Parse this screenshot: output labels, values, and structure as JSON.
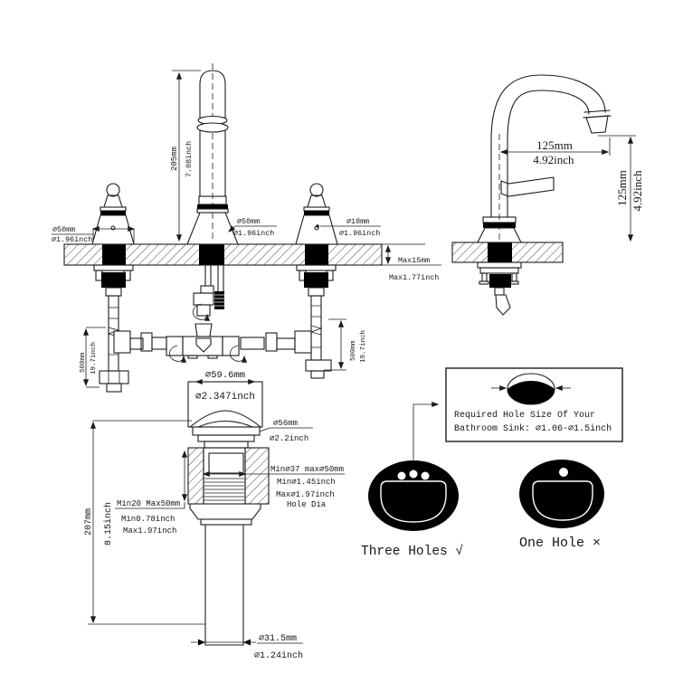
{
  "front": {
    "spout_height_mm": "205mm",
    "spout_height_inch": "7.08inch",
    "left_handle_mm": "⌀50mm",
    "left_handle_inch": "⌀1.96inch",
    "spout_mm": "⌀50mm",
    "spout_inch": "⌀1.96inch",
    "right_handle_mm": "⌀18mm",
    "right_handle_inch": "⌀1.96inch",
    "deck_mm": "Max15mm",
    "deck_inch": "Max1.77inch",
    "left_hose_mm": "500mm",
    "left_hose_inch": "19.7inch",
    "right_hose_mm": "500mm",
    "right_hose_inch": "19.7inch"
  },
  "side": {
    "reach_mm": "125mm",
    "reach_inch": "4.92inch",
    "height_mm": "125mm",
    "height_inch": "4.92inch"
  },
  "drain": {
    "cap_mm": "⌀59.6mm",
    "cap_inch": "⌀2.347inch",
    "flange_mm": "⌀56mm",
    "flange_inch": "⌀2.2inch",
    "hole_mm": "Min⌀37 max⌀50mm",
    "hole_min_inch": "Min⌀1.45inch",
    "hole_max_inch": "Max⌀1.97inch",
    "hole_label": "Hole Dia",
    "thickness_mm": "Min20 Max50mm",
    "thickness_min_inch": "Min0.78inch",
    "thickness_max_inch": "Max1.97inch",
    "height_mm": "207mm",
    "height_inch": "8.15inch",
    "tail_mm": "⌀31.5mm",
    "tail_inch": "⌀1.24inch"
  },
  "box": {
    "line1": "Required Hole Size Of Your",
    "line2": "Bathroom Sink: ⌀1.06-⌀1.5inch"
  },
  "options": {
    "three_holes": "Three Holes √",
    "one_hole": "One Hole ×"
  },
  "colors": {
    "line": "#1c1c1c",
    "fill": "#000000",
    "background": "#ffffff"
  }
}
